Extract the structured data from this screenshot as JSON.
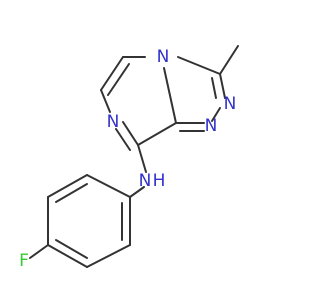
{
  "molecule": {
    "atoms": {
      "n_ring6_top": "N",
      "n_ring5_right": "N",
      "n_ring5_bottom": "N",
      "n_ring6_left": "N",
      "n_amine": "N",
      "h_amine": "H",
      "f_fluoro": "F"
    },
    "colors": {
      "nitrogen": "#3333cc",
      "fluorine": "#33cc33",
      "bond": "#333333"
    }
  }
}
